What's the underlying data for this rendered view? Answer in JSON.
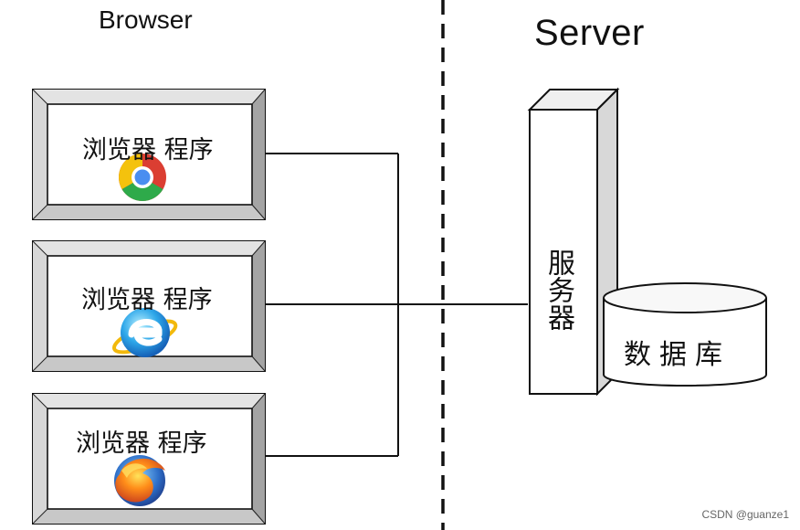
{
  "labels": {
    "browser_section": "Browser",
    "server_section": "Server",
    "server_box": "服务器",
    "database": "数据库",
    "watermark": "CSDN @guanze1"
  },
  "browsers": [
    {
      "label": "浏览器 程序",
      "icon": "chrome-icon"
    },
    {
      "label": "浏览器 程序",
      "icon": "internet-explorer-icon"
    },
    {
      "label": "浏览器 程序",
      "icon": "firefox-icon"
    }
  ],
  "colors": {
    "background": "#ffffff",
    "line": "#111111",
    "box_fill": "#f2f2f2",
    "bevel_light": "#ececec",
    "bevel_dark": "#9a9a9a",
    "database_fill": "#f8f8f8"
  }
}
